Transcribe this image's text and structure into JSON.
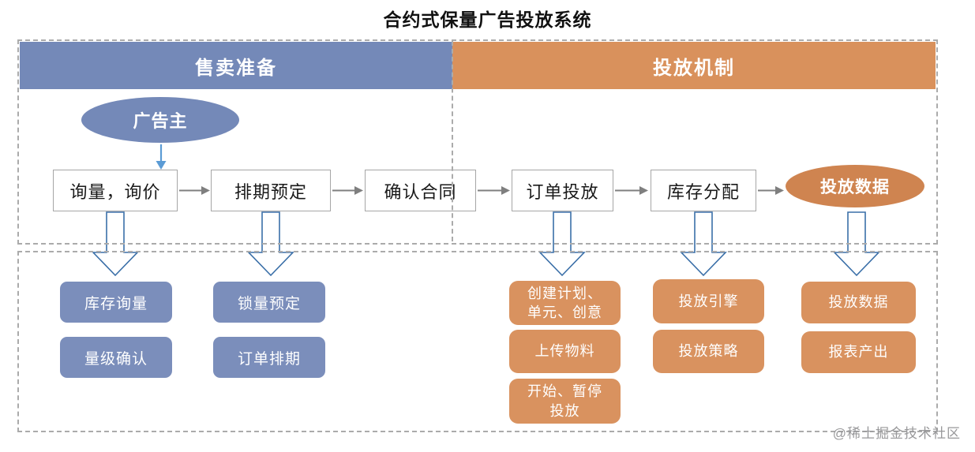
{
  "title": "合约式保量广告投放系统",
  "headers": {
    "left": "售卖准备",
    "right": "投放机制"
  },
  "flow": {
    "actor": "广告主",
    "steps": [
      "询量，询价",
      "排期预定",
      "确认合同",
      "订单投放",
      "库存分配"
    ],
    "result": "投放数据"
  },
  "details": {
    "sales": [
      "库存询量",
      "锁量预定",
      "量级确认",
      "订单排期"
    ],
    "delivery_col1": [
      "创建计划、\n单元、创意",
      "上传物料",
      "开始、暂停\n投放"
    ],
    "delivery_col2": [
      "投放引擎",
      "投放策略"
    ],
    "delivery_col3": [
      "投放数据",
      "报表产出"
    ]
  },
  "watermark": "@稀土掘金技术社区",
  "colors": {
    "blue": "#7489b8",
    "orange": "#d9915c",
    "ellipse_orange": "#cf8450",
    "arrow_outline_blue": "#3a6fa8",
    "connector_gray": "#7f7f7f"
  }
}
